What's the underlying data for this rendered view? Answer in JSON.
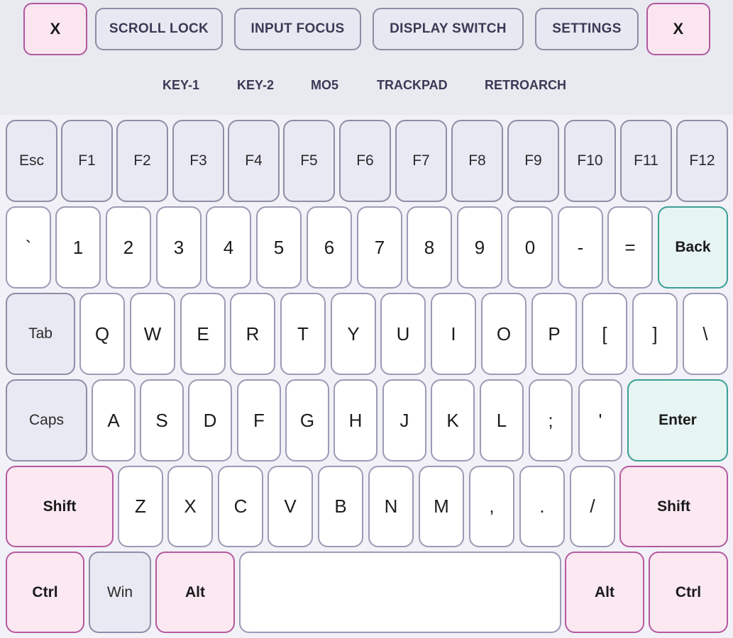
{
  "toolbar": {
    "close_left": "X",
    "scroll_lock": "SCROLL LOCK",
    "input_focus": "INPUT FOCUS",
    "display_switch": "DISPLAY SWITCH",
    "settings": "SETTINGS",
    "close_right": "X"
  },
  "tabs": [
    "KEY-1",
    "KEY-2",
    "MO5",
    "TRACKPAD",
    "RETROARCH"
  ],
  "colors": {
    "modifier_border": "#b55aa0",
    "modifier_bg": "#fbe8f1",
    "action_border": "#3a9f94",
    "action_bg": "#e6f4f2",
    "key_border": "#9b9bb5",
    "function_bg": "#e9e9f3"
  },
  "keyboard": {
    "function_row": [
      "Esc",
      "F1",
      "F2",
      "F3",
      "F4",
      "F5",
      "F6",
      "F7",
      "F8",
      "F9",
      "F10",
      "F11",
      "F12"
    ],
    "number_row": [
      "`",
      "1",
      "2",
      "3",
      "4",
      "5",
      "6",
      "7",
      "8",
      "9",
      "0",
      "-",
      "=",
      "Back"
    ],
    "qwerty_row": [
      "Tab",
      "Q",
      "W",
      "E",
      "R",
      "T",
      "Y",
      "U",
      "I",
      "O",
      "P",
      "[",
      "]",
      "\\"
    ],
    "home_row": [
      "Caps",
      "A",
      "S",
      "D",
      "F",
      "G",
      "H",
      "J",
      "K",
      "L",
      ";",
      "'",
      "Enter"
    ],
    "shift_row": [
      "Shift",
      "Z",
      "X",
      "C",
      "V",
      "B",
      "N",
      "M",
      ",",
      ".",
      "/",
      "Shift"
    ],
    "bottom_row": [
      "Ctrl",
      "Win",
      "Alt",
      "",
      "Alt",
      "Ctrl"
    ]
  }
}
